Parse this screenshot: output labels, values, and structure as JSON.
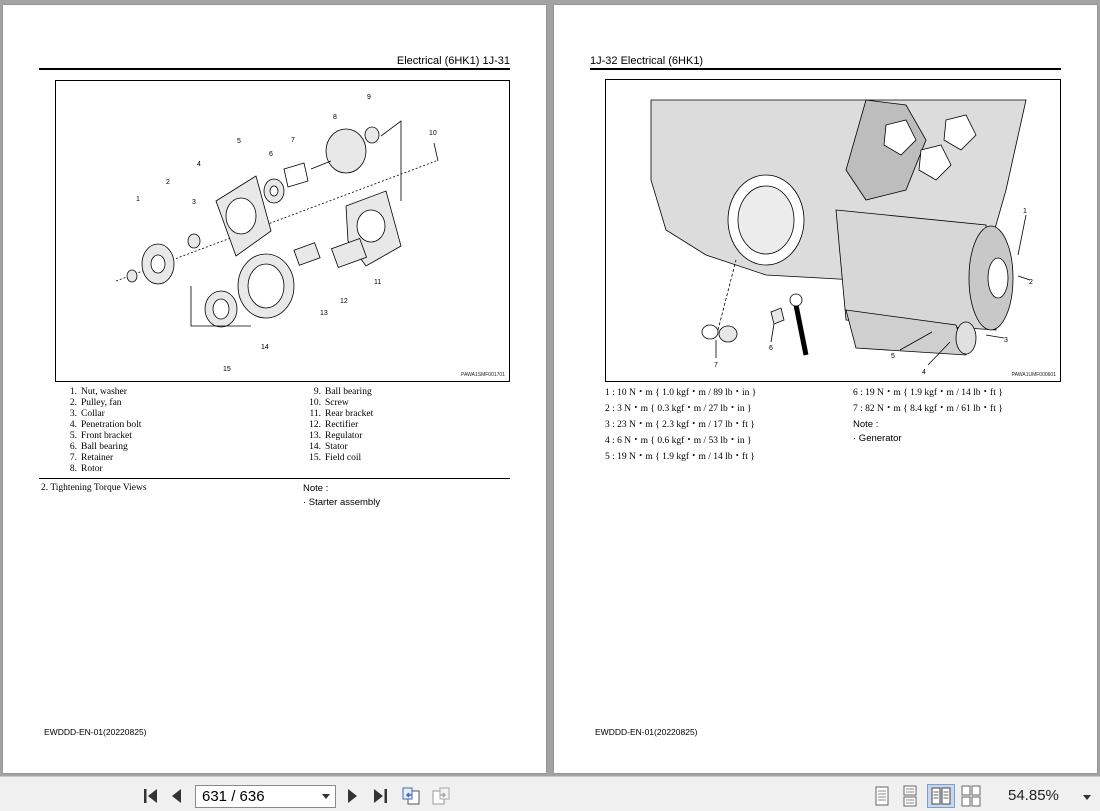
{
  "left_page": {
    "header": "Electrical (6HK1)   1J-31",
    "figure_code": "PAWA1SMF001701",
    "callouts": [
      "1",
      "2",
      "3",
      "4",
      "5",
      "6",
      "7",
      "8",
      "9",
      "10",
      "11",
      "12",
      "13",
      "14",
      "15"
    ],
    "legend_left": [
      {
        "num": "1.",
        "label": "Nut, washer"
      },
      {
        "num": "2.",
        "label": "Pulley, fan"
      },
      {
        "num": "3.",
        "label": "Collar"
      },
      {
        "num": "4.",
        "label": "Penetration bolt"
      },
      {
        "num": "5.",
        "label": "Front bracket"
      },
      {
        "num": "6.",
        "label": "Ball bearing"
      },
      {
        "num": "7.",
        "label": "Retainer"
      },
      {
        "num": "8.",
        "label": "Rotor"
      }
    ],
    "legend_right": [
      {
        "num": "9.",
        "label": "Ball bearing"
      },
      {
        "num": "10.",
        "label": "Screw"
      },
      {
        "num": "11.",
        "label": "Rear bracket"
      },
      {
        "num": "12.",
        "label": "Rectifier"
      },
      {
        "num": "13.",
        "label": "Regulator"
      },
      {
        "num": "14.",
        "label": "Stator"
      },
      {
        "num": "15.",
        "label": "Field coil"
      }
    ],
    "section": "2.    Tightening Torque Views",
    "note_title": "Note :",
    "note_item": "·    Starter assembly",
    "footer": "EWDDD-EN-01(20220825)"
  },
  "right_page": {
    "header": "1J-32   Electrical (6HK1)",
    "figure_code": "PAWA1UMF000601",
    "callouts": [
      "1",
      "2",
      "3",
      "4",
      "5",
      "6",
      "7"
    ],
    "torque_left": [
      "1 :   10 N・m { 1.0 kgf・m / 89 lb・in }",
      "2 :   3 N・m { 0.3 kgf・m / 27 lb・in }",
      "3 :   23 N・m { 2.3 kgf・m / 17 lb・ft }",
      "4 :   6 N・m { 0.6 kgf・m / 53 lb・in }",
      "5 :   19 N・m { 1.9 kgf・m / 14 lb・ft }"
    ],
    "torque_right": [
      "6 :   19 N・m { 1.9 kgf・m / 14 lb・ft }",
      "7 :   82 N・m { 8.4 kgf・m / 61 lb・ft }"
    ],
    "note_title": "Note :",
    "note_item": "·    Generator",
    "footer": "EWDDD-EN-01(20220825)"
  },
  "toolbar": {
    "page_indicator": "631 / 636",
    "zoom": "54.85%",
    "icons": [
      "first-page-icon",
      "previous-page-icon",
      "next-page-icon",
      "last-page-icon",
      "go-back-view-icon",
      "go-forward-view-icon",
      "single-page-icon",
      "continuous-icon",
      "facing-icon",
      "continuous-facing-icon"
    ],
    "active_view": "facing",
    "accent": "#3c6cb4"
  }
}
